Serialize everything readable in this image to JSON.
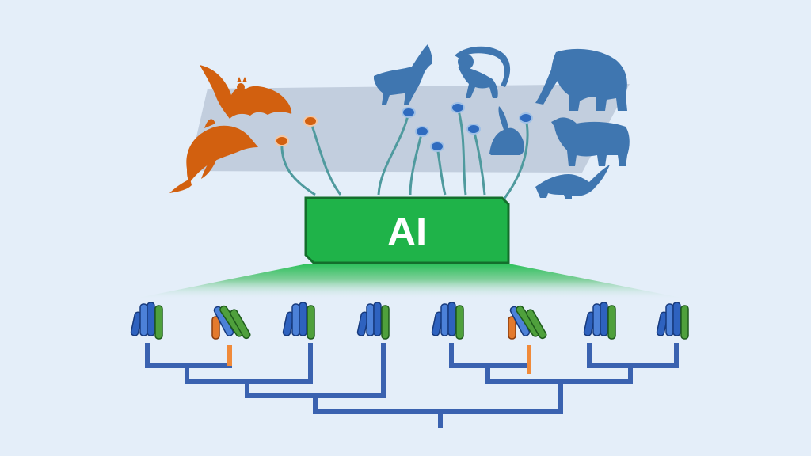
{
  "ai_chip": {
    "label": "AI"
  },
  "colors": {
    "background": "#e4eef9",
    "orange": "#d2600f",
    "blue": "#3f76b0",
    "green": "#1fb349",
    "tree_blue": "#3a62b0",
    "wire": "#4f9a9e"
  },
  "animals": {
    "echolocating": [
      "bat-icon",
      "dolphin-icon"
    ],
    "others": [
      "wolf-icon",
      "monkey-icon",
      "elephant-icon",
      "rabbit-icon",
      "cow-icon",
      "anteater-icon"
    ]
  },
  "protein_tree": {
    "leaf_count": 8,
    "highlighted_leaves": [
      2,
      6
    ]
  }
}
